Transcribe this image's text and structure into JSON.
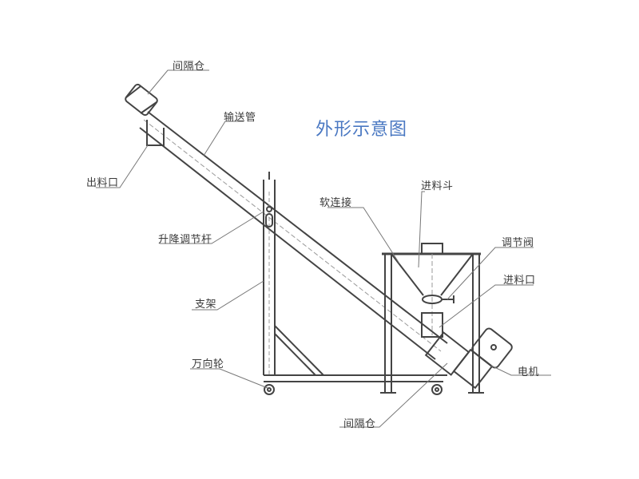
{
  "diagram": {
    "title": "外形示意图",
    "title_color": "#4a78c2",
    "line_color": "#444444",
    "labels": {
      "spacer_top": "间隔仓",
      "conveyor_tube": "输送管",
      "discharge_port": "出料口",
      "lifting_rod": "升降调节杆",
      "bracket": "支架",
      "caster": "万向轮",
      "soft_connection": "软连接",
      "feed_hopper": "进料斗",
      "regulating_valve": "调节阀",
      "feed_port": "进料口",
      "motor": "电机",
      "spacer_bottom": "间隔仓"
    }
  }
}
